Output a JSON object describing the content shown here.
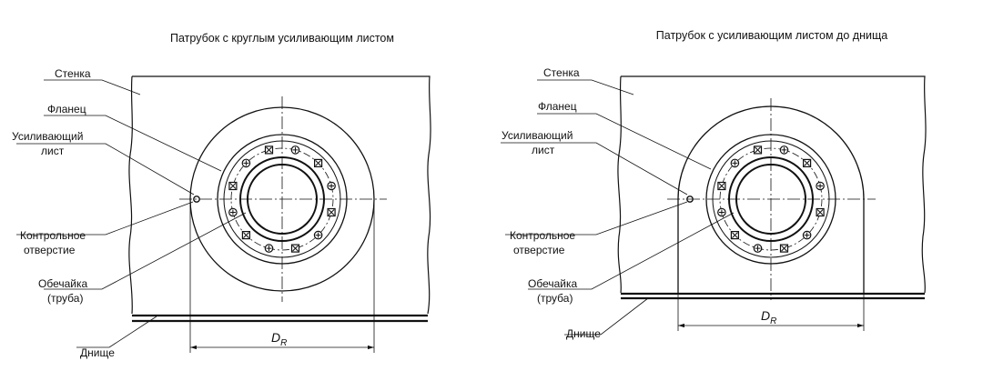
{
  "left": {
    "title": "Патрубок с круглым усиливающим листом",
    "labels": {
      "wall": "Стенка",
      "flange": "Фланец",
      "plate_1": "Усиливающий",
      "plate_2": "лист",
      "hole_1": "Контрольное",
      "hole_2": "отверстие",
      "shell_1": "Обечайка",
      "shell_2": "(труба)",
      "bottom": "Днище"
    },
    "dimension": {
      "main": "D",
      "sub": "R"
    }
  },
  "right": {
    "title": "Патрубок с усиливающим листом до днища",
    "labels": {
      "wall": "Стенка",
      "flange": "Фланец",
      "plate_1": "Усиливающий",
      "plate_2": "лист",
      "hole_1": "Контрольное",
      "hole_2": "отверстие",
      "shell_1": "Обечайка",
      "shell_2": "(труба)",
      "bottom": "Днище"
    },
    "dimension": {
      "main": "D",
      "sub": "R"
    }
  }
}
